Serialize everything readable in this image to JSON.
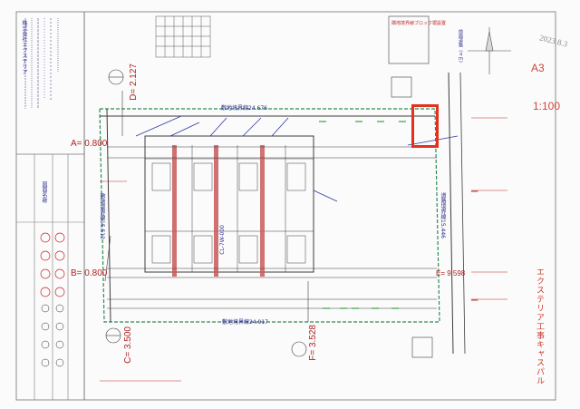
{
  "scale": {
    "paper": "A3",
    "ratio": "1:100"
  },
  "handwritten_date": "2023.8.3",
  "dimensions": {
    "a": "A= 0.800",
    "b": "B= 0.800",
    "c": "C= 3.500",
    "d": "D= 2.127",
    "e": "E= 9.598",
    "f": "F= 3.528"
  },
  "boundary_labels": {
    "north": "敷地境界線24.676",
    "south": "敷地境界線24.917",
    "west": "敷地境界線15.512",
    "east": "道路境界線15.446"
  },
  "building_code": "CL-7W-000",
  "exterior_note": "エクステリア工事キャスパル",
  "small_labels": {
    "stamp_top": "隣地境界線ブロック塀設置",
    "road_top": "前面道路（４ｍ）"
  },
  "colors": {
    "accent": "#e0321e",
    "dim": "#b02020",
    "wall": "#c85a5a",
    "line": "#3c3c3c",
    "green": "#3aa043"
  }
}
